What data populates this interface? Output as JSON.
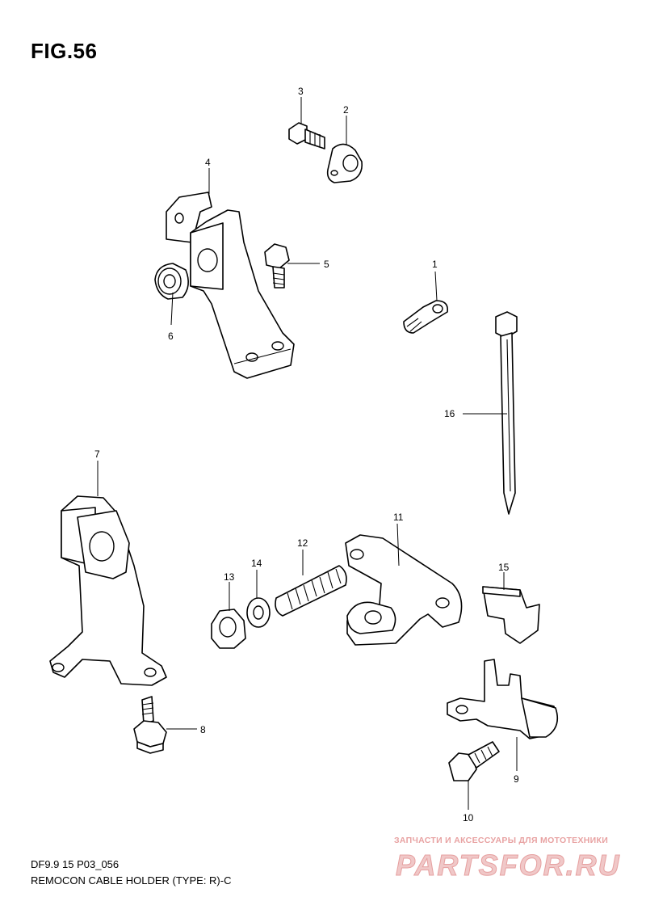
{
  "figure": {
    "title": "FIG.56",
    "code": "DF9.9 15 P03_056",
    "caption": "REMOCON CABLE HOLDER (TYPE: R)-C"
  },
  "callouts": [
    {
      "id": "c1",
      "label": "1"
    },
    {
      "id": "c2",
      "label": "2"
    },
    {
      "id": "c3",
      "label": "3"
    },
    {
      "id": "c4",
      "label": "4"
    },
    {
      "id": "c5",
      "label": "5"
    },
    {
      "id": "c6",
      "label": "6"
    },
    {
      "id": "c7",
      "label": "7"
    },
    {
      "id": "c8",
      "label": "8"
    },
    {
      "id": "c9",
      "label": "9"
    },
    {
      "id": "c10",
      "label": "10"
    },
    {
      "id": "c11",
      "label": "11"
    },
    {
      "id": "c12",
      "label": "12"
    },
    {
      "id": "c13",
      "label": "13"
    },
    {
      "id": "c14",
      "label": "14"
    },
    {
      "id": "c15",
      "label": "15"
    },
    {
      "id": "c16",
      "label": "16"
    }
  ],
  "watermark": {
    "tagline": "ЗАПЧАСТИ И АКСЕССУАРЫ ДЛЯ МОТОТЕХНИКИ",
    "logo": "PARTSFOR.RU"
  }
}
